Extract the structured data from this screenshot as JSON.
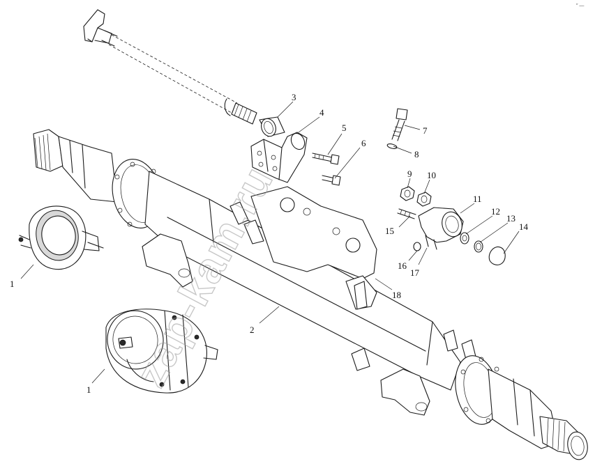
{
  "diagram": {
    "callouts": [
      {
        "id": "c1a",
        "label": "1"
      },
      {
        "id": "c1b",
        "label": "1"
      },
      {
        "id": "c2",
        "label": "2"
      },
      {
        "id": "c3",
        "label": "3"
      },
      {
        "id": "c4",
        "label": "4"
      },
      {
        "id": "c5",
        "label": "5"
      },
      {
        "id": "c6",
        "label": "6"
      },
      {
        "id": "c7",
        "label": "7"
      },
      {
        "id": "c8",
        "label": "8"
      },
      {
        "id": "c9",
        "label": "9"
      },
      {
        "id": "c10",
        "label": "10"
      },
      {
        "id": "c11",
        "label": "11"
      },
      {
        "id": "c12",
        "label": "12"
      },
      {
        "id": "c13",
        "label": "13"
      },
      {
        "id": "c14",
        "label": "14"
      },
      {
        "id": "c15",
        "label": "15"
      },
      {
        "id": "c16",
        "label": "16"
      },
      {
        "id": "c17",
        "label": "17"
      },
      {
        "id": "c18",
        "label": "18"
      }
    ],
    "watermark": "zap-kam.ru",
    "corner_mark": "″ —"
  }
}
